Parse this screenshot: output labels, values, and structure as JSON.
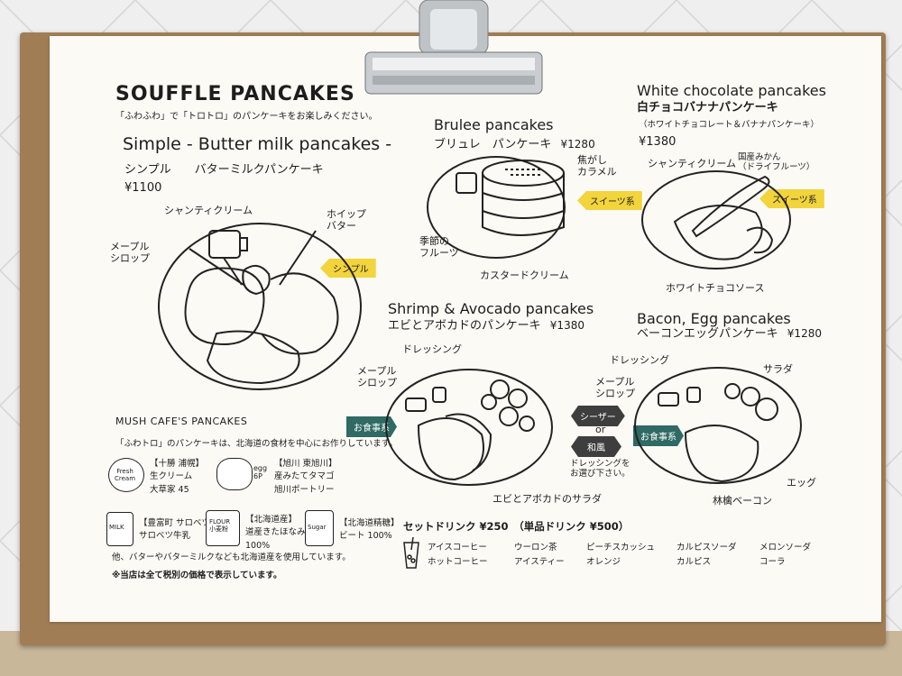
{
  "header": {
    "title": "SOUFFLE PANCAKES",
    "subtitle": "「ふわふわ」で「トロトロ」のパンケーキをお楽しみください。"
  },
  "simple": {
    "name_en": "Simple - Butter milk pancakes -",
    "name_jp": "シンプル　　バターミルクパンケーキ",
    "price": "¥1100",
    "labels": {
      "chantilly": "シャンティクリーム",
      "whip_butter": "ホイップ\nバター",
      "maple": "メープル\nシロップ"
    },
    "tag": "シンプル"
  },
  "brulee": {
    "name_en": "Brulee pancakes",
    "name_jp": "ブリュレ　パンケーキ",
    "price": "¥1280",
    "labels": {
      "caramel": "焦がし\nカラメル",
      "fruits": "季節の\nフルーツ",
      "custard": "カスタードクリーム"
    },
    "tag": "スイーツ系"
  },
  "white_choc": {
    "name_en": "White chocolate pancakes",
    "name_jp": "白チョコバナナパンケーキ",
    "note": "（ホワイトチョコレート＆バナナパンケーキ）",
    "price": "¥1380",
    "labels": {
      "chantilly": "シャンティクリーム",
      "dried": "国産みかん\n（ドライフルーツ）",
      "sauce": "ホワイトチョコソース"
    },
    "tag": "スイーツ系"
  },
  "shrimp": {
    "name_en": "Shrimp & Avocado pancakes",
    "name_jp": "エビとアボカドのパンケーキ",
    "price": "¥1380",
    "labels": {
      "dressing": "ドレッシング",
      "maple": "メープル\nシロップ",
      "salad": "エビとアボカドのサラダ"
    },
    "tag": "お食事系"
  },
  "bacon": {
    "name_en": "Bacon, Egg pancakes",
    "name_jp": "ベーコンエッグパンケーキ",
    "price": "¥1280",
    "labels": {
      "dressing": "ドレッシング",
      "maple": "メープル\nシロップ",
      "salad": "サラダ",
      "egg": "エッグ",
      "bacon": "林檎ベーコン"
    },
    "tag": "お食事系"
  },
  "dressing_choice": {
    "option1": "シーザー",
    "or": "or",
    "option2": "和風",
    "note": "ドレッシングを\nお選び下さい。"
  },
  "mush": {
    "heading": "MUSH CAFE'S PANCAKES",
    "intro": "「ふわトロ」のパンケーキは、北海道の食材を中心にお作りしています。",
    "items": [
      {
        "icon": "fresh-cream-icon",
        "lines": "【十勝 浦幌】\n生クリーム\n大草家 45"
      },
      {
        "icon": "egg-icon",
        "lines": "【旭川 東旭川】\n産みたてタマゴ\n旭川ポートリー"
      },
      {
        "icon": "milk-icon",
        "lines": "【豊富町 サロベツ】\nサロベツ牛乳"
      },
      {
        "icon": "flour-icon",
        "lines": "【北海道産】\n道産きたほなみ\n100%"
      },
      {
        "icon": "sugar-icon",
        "lines": "【北海道精糖】\nビート 100%"
      }
    ],
    "footer": "他、バターやバターミルクなども北海道産を使用しています。",
    "tax_note": "※当店は全て税別の価格で表示しています。"
  },
  "drinks": {
    "heading": "セットドリンク ¥250　（単品ドリンク ¥500）",
    "columns": [
      [
        "アイスコーヒー",
        "ホットコーヒー"
      ],
      [
        "ウーロン茶",
        "アイスティー"
      ],
      [
        "ピーチスカッシュ",
        "オレンジ"
      ],
      [
        "カルピスソーダ",
        "カルピス"
      ],
      [
        "メロンソーダ",
        "コーラ"
      ]
    ]
  },
  "icon_labels": {
    "egg_count": "egg\n6P",
    "flour": "FLOUR\n小麦粉",
    "sugar": "Sugar",
    "milk": "MILK",
    "cream": "Fresh\nCream"
  }
}
